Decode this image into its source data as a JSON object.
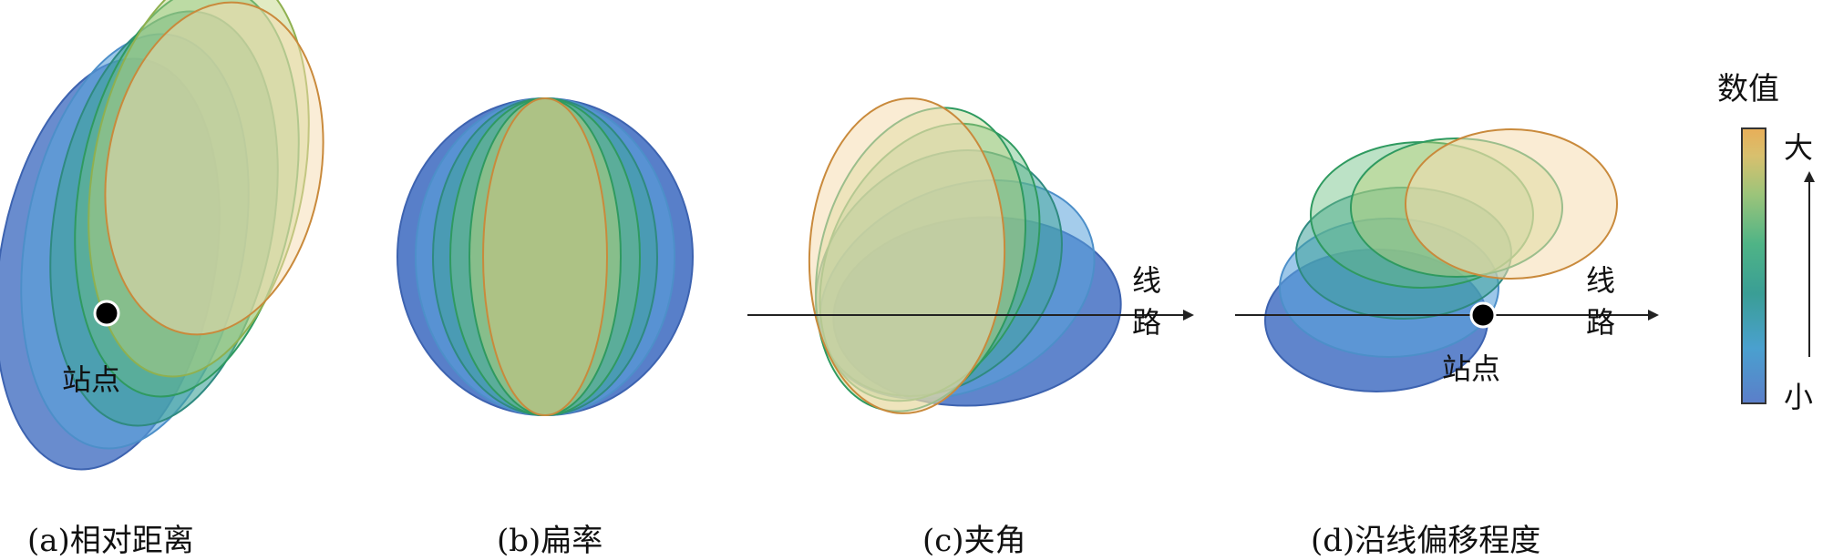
{
  "panels": {
    "a": {
      "caption": "(a)相对距离",
      "station_label": "站点"
    },
    "b": {
      "caption": "(b)扁率"
    },
    "c": {
      "caption": "(c)夹角",
      "route_label": "线路"
    },
    "d": {
      "caption": "(d)沿线偏移程度",
      "route_label": "线路",
      "station_label": "站点"
    }
  },
  "legend": {
    "title": "数值",
    "max_label": "大",
    "min_label": "小",
    "gradient": [
      "#5b7ec9",
      "#4aa0cf",
      "#3a9e95",
      "#4fb486",
      "#9cc47a",
      "#d8c06e",
      "#e8ae58"
    ]
  },
  "colors": {
    "fills": [
      "#4f78c6",
      "#5aa2db",
      "#3fa39a",
      "#6bbf80",
      "#bcd27a",
      "#f6dcb0"
    ],
    "strokes": [
      "#3d63b0",
      "#4d8fc9",
      "#2f8a80",
      "#2f9a60",
      "#8fb050",
      "#c98a3c"
    ]
  }
}
